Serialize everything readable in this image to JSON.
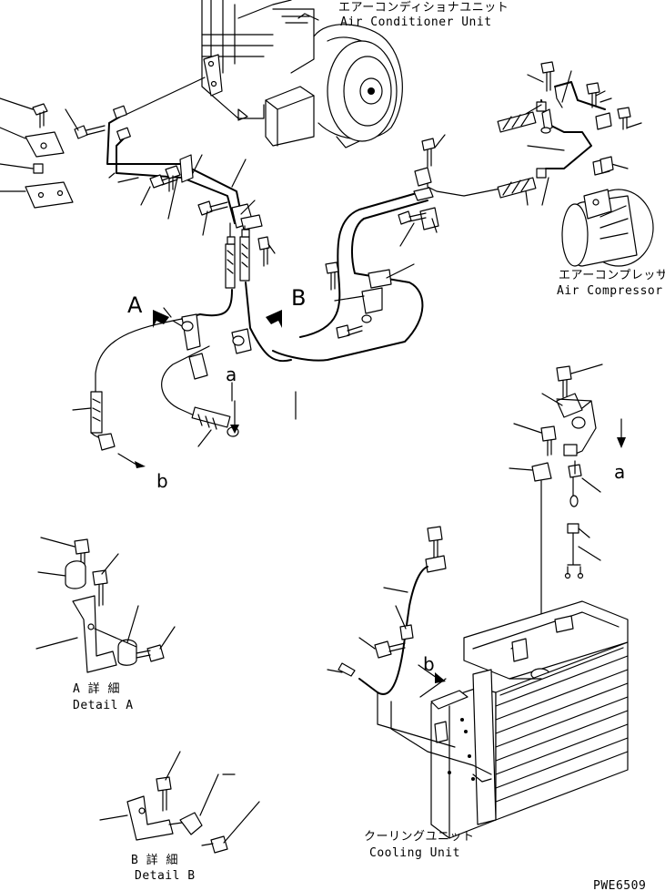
{
  "labels": {
    "air_conditioner_unit_jp": "エアーコンディショナユニット",
    "air_conditioner_unit_en": "Air Conditioner Unit",
    "air_compressor_jp": "エアーコンプレッサ",
    "air_compressor_en": "Air Compressor",
    "cooling_unit_jp": "クーリングユニット",
    "cooling_unit_en": "Cooling Unit",
    "detail_a_jp": "A 詳 細",
    "detail_a_en": "Detail A",
    "detail_b_jp": "B 詳 細",
    "detail_b_en": "Detail B",
    "view_a": "A",
    "view_b": "B",
    "ref_a_1": "a",
    "ref_a_2": "a",
    "ref_b_1": "b",
    "ref_b_2": "b",
    "drawing_number": "PWE6509"
  }
}
